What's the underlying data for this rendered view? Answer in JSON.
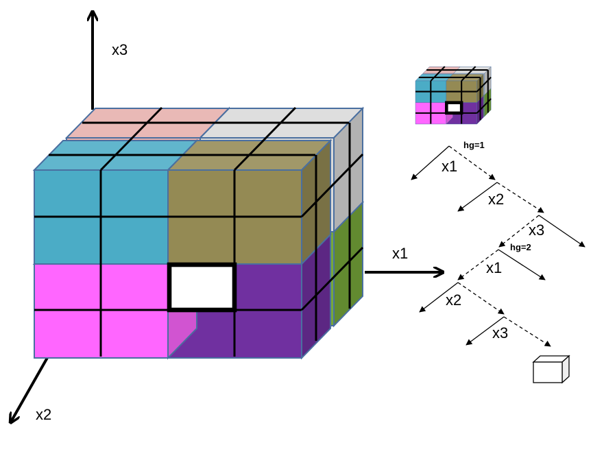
{
  "axes": {
    "x1": "x1",
    "x2": "x2",
    "x3": "x3"
  },
  "tree": {
    "hg1_label": "hg=1",
    "hg2_label": "hg=2",
    "level1": [
      "x1",
      "x2",
      "x3"
    ],
    "level2": [
      "x1",
      "x2",
      "x3"
    ]
  },
  "colors": {
    "cyan": "#4bacc6",
    "olive": "#948a54",
    "magenta": "#ff66ff",
    "purple": "#7030a0",
    "pink": "#e6b0ac",
    "gray": "#d9d9d9",
    "green": "#77a83a",
    "edge": "#4a6fa0"
  }
}
